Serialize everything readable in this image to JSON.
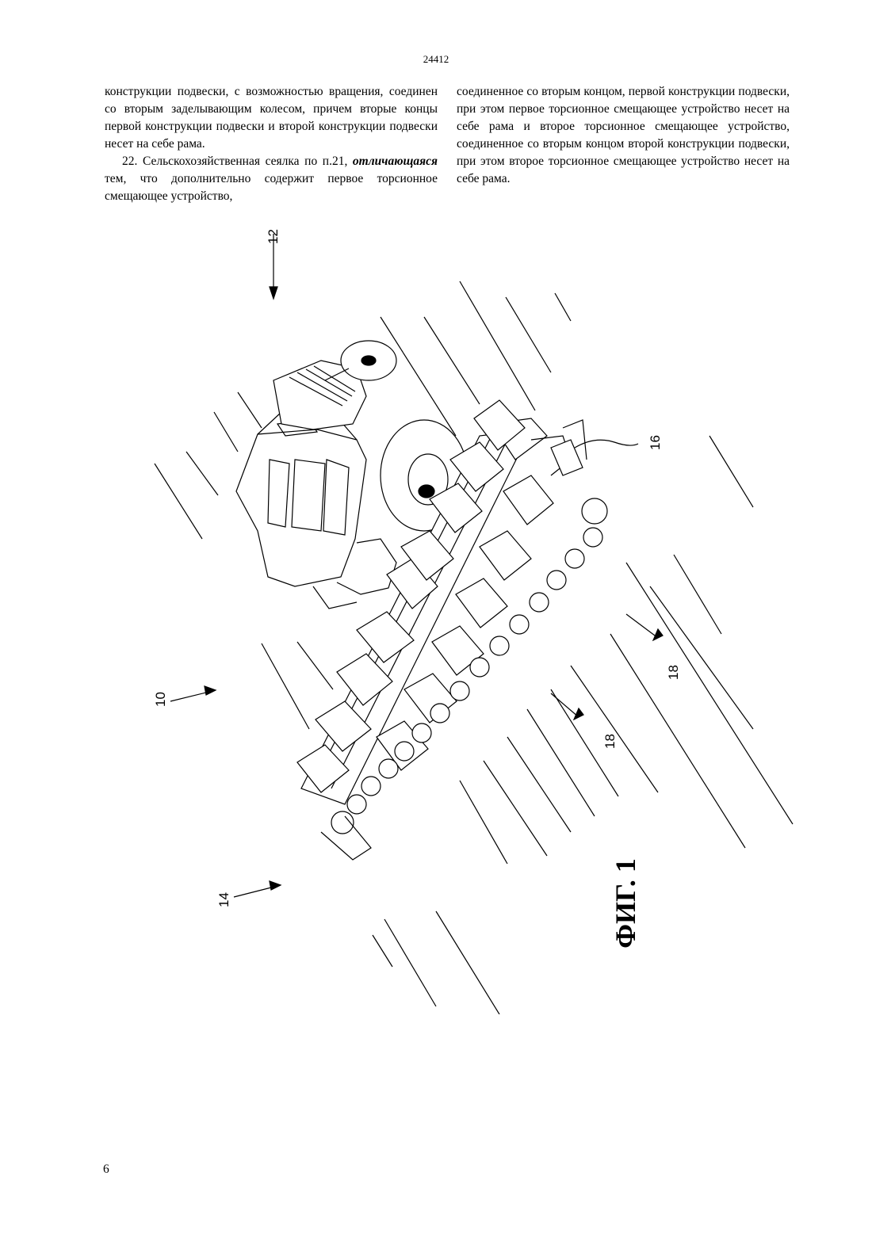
{
  "header": {
    "doc_number": "24412"
  },
  "columns": {
    "left": {
      "p1": "конструкции подвески, с возможностью вращения, соединен со вторым заделывающим колесом, причем вторые концы первой конструкции подвески и второй конструкции подвески несет на себе рама.",
      "p2_number": "22.",
      "p2_start": "Сельскохозяйственная сеялка по п.21,",
      "p2_emphasis": "отличающаяся",
      "p2_end": "тем, что дополнительно содержит первое торсионное смещающее устройство,"
    },
    "right": {
      "p1": "соединенное со вторым концом, первой конструкции подвески, при этом первое торсионное смещающее устройство несет на себе рама и второе торсионное смещающее устройство, соединенное со вторым концом второй конструкции подвески, при этом второе торсионное смещающее устройство несет на себе рама."
    }
  },
  "figure": {
    "caption": "ФИГ. 1",
    "reference_labels": {
      "r10": "10",
      "r12": "12",
      "r14": "14",
      "r16": "16",
      "r18a": "18",
      "r18b": "18"
    }
  },
  "footer": {
    "page_number": "6"
  }
}
